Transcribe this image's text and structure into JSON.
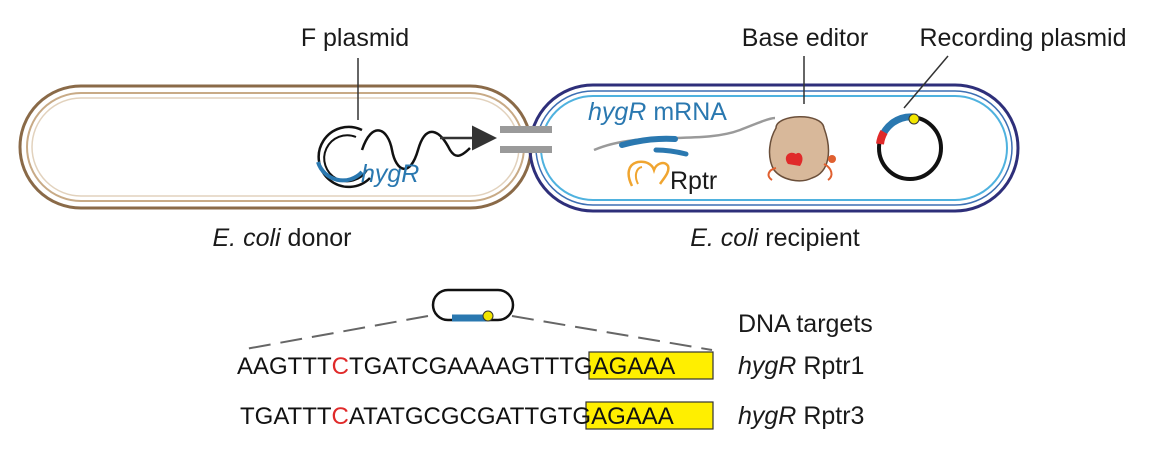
{
  "labels": {
    "f_plasmid": "F plasmid",
    "base_editor": "Base editor",
    "recording_plasmid": "Recording plasmid",
    "hygr_gene": "hygR",
    "mrna_italic": "hygR",
    "mrna_rest": " mRNA",
    "rptr": "Rptr",
    "donor_italic": "E. coli",
    "donor_rest": " donor",
    "recipient_italic": "E. coli",
    "recipient_rest": " recipient",
    "dna_targets": "DNA targets"
  },
  "sequences": [
    {
      "pre": "AAGTTT",
      "edit": "C",
      "mid": "TGATCGAAAAGTT",
      "box": "TGAGAAA",
      "name_italic": "hygR",
      "name_rest": " Rptr1"
    },
    {
      "pre": "TGATTT",
      "edit": "C",
      "mid": "ATATGCGCGATTG",
      "box": "TGAGAAA",
      "name_italic": "hygR",
      "name_rest": " Rptr3"
    }
  ],
  "colors": {
    "donor_membrane": "#8a6a48",
    "recipient_outer": "#2e2f7a",
    "recipient_inner": "#4fb2df",
    "gene_blue": "#2a78b0",
    "edit_red": "#e02a2a",
    "highlight": "#ffef00",
    "editor_body": "#d8b89a",
    "rptr_orange": "#f0a530"
  }
}
